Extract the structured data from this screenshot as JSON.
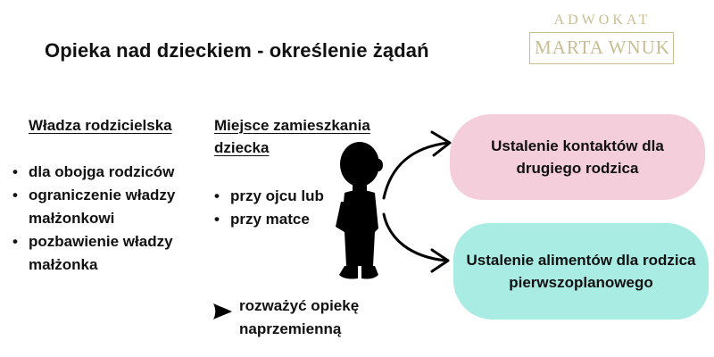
{
  "title": "Opieka nad dzieckiem - określenie żądań",
  "logo": {
    "top": "ADWOKAT",
    "bottom": "MARTA WNUK",
    "color": "#c8bd93"
  },
  "section1": {
    "heading": "Władza rodzicielska",
    "items": [
      "dla obojga rodziców",
      "ograniczenie władzy małżonkowi",
      "pozbawienie władzy małżonka"
    ]
  },
  "section2": {
    "heading": "Miejsce zamieszkania dziecka",
    "items": [
      "przy ojcu lub",
      "przy matce"
    ]
  },
  "note": "rozważyć opiekę naprzemienną",
  "outcomes": [
    {
      "text": "Ustalenie kontaktów dla drugiego rodzica",
      "color": "#f4cfdb"
    },
    {
      "text": "Ustalenie alimentów dla rodzica pierwszoplanowego",
      "color": "#a9ece3"
    }
  ],
  "icons": {
    "figure": "child-silhouette-icon",
    "pointer": "triangle-pointer-icon",
    "arrows": "curved-arrow-icon"
  }
}
